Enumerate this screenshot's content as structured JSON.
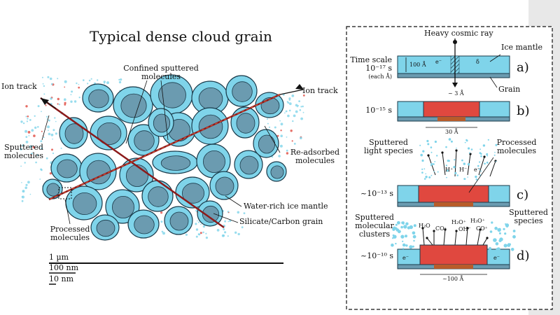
{
  "left": {
    "title": "Typical dense cloud grain",
    "labels": {
      "confined": "Confined sputtered\nmolecules",
      "ion_left": "Ion track",
      "ion_right": "Ion track",
      "sputtered": "Sputtered\nmolecules",
      "readsorbed": "Re-adsorbed\nmolecules",
      "processed": "Processed\nmolecules",
      "mantle": "Water-rich ice mantle",
      "silicate": "Silicate/Carbon grain"
    },
    "scale_bars": [
      "1 µm",
      "100 nm",
      "10 nm"
    ]
  },
  "right": {
    "ray": "Heavy cosmic ray",
    "ice_mantle": "Ice mantle",
    "grain": "Grain",
    "timescale": "Time scale",
    "t_a": "10⁻¹⁷ s",
    "each": "(each Å)",
    "thick": "100 Å",
    "t_b": "10⁻¹⁵ s",
    "t_c": "~10⁻¹³ s",
    "t_d": "~10⁻¹⁰ s",
    "w_3": "~ 3 Å",
    "w_30": "30 Å",
    "w_100": "~100 Å",
    "sputtered_light": "Sputtered\nlight species",
    "processed": "Processed\nmolecules",
    "sputtered_clusters": "Sputtered\nmolecular\nclusters",
    "sputtered_species": "Sputtered\nspecies",
    "steps": [
      "a)",
      "b)",
      "c)",
      "d)"
    ],
    "chem": {
      "h2o": "H₂O",
      "co2": "CO₂",
      "h2o_plus": "H₂O⁺",
      "oh": "OH⁻",
      "h3o": "H₃O⁺",
      "co": "CO⁺",
      "h_plus": "H⁺",
      "h_minus": "H⁻",
      "e": "e⁻",
      "delta": "δ"
    }
  },
  "colors": {
    "ice": "#7fd4ea",
    "core": "#6b9bb0",
    "outline": "#1a3a4a",
    "processed": "#e0483f",
    "grain": "#b85c2a",
    "track": "#8b1a1a"
  }
}
